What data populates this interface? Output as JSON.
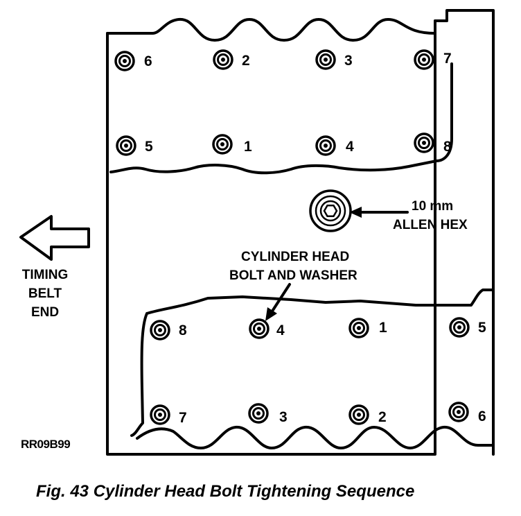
{
  "upper_head_bolts": [
    {
      "seq": "6",
      "pos": "row1-col1"
    },
    {
      "seq": "2",
      "pos": "row1-col2"
    },
    {
      "seq": "3",
      "pos": "row1-col3"
    },
    {
      "seq": "7",
      "pos": "row1-col4"
    },
    {
      "seq": "5",
      "pos": "row2-col1"
    },
    {
      "seq": "1",
      "pos": "row2-col2"
    },
    {
      "seq": "4",
      "pos": "row2-col3"
    },
    {
      "seq": "8",
      "pos": "row2-col4"
    }
  ],
  "lower_head_bolts": [
    {
      "seq": "8",
      "pos": "row1-col1"
    },
    {
      "seq": "4",
      "pos": "row1-col2"
    },
    {
      "seq": "1",
      "pos": "row1-col3"
    },
    {
      "seq": "5",
      "pos": "row1-col4"
    },
    {
      "seq": "7",
      "pos": "row2-col1"
    },
    {
      "seq": "3",
      "pos": "row2-col2"
    },
    {
      "seq": "2",
      "pos": "row2-col3"
    },
    {
      "seq": "6",
      "pos": "row2-col4"
    }
  ],
  "labels": {
    "allen_hex_line1": "10 mm",
    "allen_hex_line2": "ALLEN HEX",
    "bolt_washer_line1": "CYLINDER HEAD",
    "bolt_washer_line2": "BOLT AND WASHER",
    "timing_line1": "TIMING",
    "timing_line2": "BELT",
    "timing_line3": "END",
    "figure_code": "RR09B99"
  },
  "caption": "Fig. 43 Cylinder Head Bolt Tightening Sequence",
  "icons": [
    "bolt-icon",
    "allen-hex-bolt-icon",
    "left-arrow-icon",
    "pointer-arrow-icon"
  ],
  "colors": {
    "line": "#000000",
    "background": "#ffffff"
  }
}
